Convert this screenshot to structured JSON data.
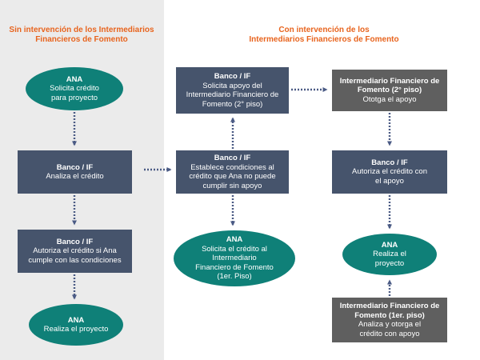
{
  "colors": {
    "heading": "#e8641e",
    "node_dark": "#46546c",
    "node_gray": "#5f5f5f",
    "node_teal": "#0f8078",
    "arrow": "#4a5a84",
    "left_panel": "#ebebeb"
  },
  "headings": {
    "left": "Sin intervención de los Intermediarios\nFinancieros de Fomento",
    "right": "Con intervención de los\nIntermediarios Financieros de Fomento"
  },
  "nodes": {
    "l1": {
      "title": "ANA",
      "body": "Solicita crédito\npara proyecto"
    },
    "l2": {
      "title": "Banco / IF",
      "body": "Analiza el crédito"
    },
    "l3": {
      "title": "Banco / IF",
      "body": "Autoriza el crédito si Ana\ncumple con las condiciones"
    },
    "l4": {
      "title": "ANA",
      "body": "Realiza el proyecto"
    },
    "m1": {
      "title": "Banco / IF",
      "body": "Solicita apoyo del\nIntermediario Financiero de\nFomento (2° piso)"
    },
    "m2": {
      "title": "Banco / IF",
      "body": "Establece condiciones al\ncrédito que Ana no puede\ncumplir sin apoyo"
    },
    "m3": {
      "title": "ANA",
      "body": "Solicita el crédito al\nIntermediario\nFinanciero de Fomento\n(1er. Piso)"
    },
    "r1": {
      "title": "Intermediario Financiero de\nFomento (2° piso)",
      "body": "Ototga el apoyo"
    },
    "r2": {
      "title": "Banco / IF",
      "body": "Autoriza el crédito con\nel apoyo"
    },
    "r3": {
      "title": "ANA",
      "body": "Realiza el\nproyecto"
    },
    "r4": {
      "title": "Intermediario Financiero de\nFomento (1er. piso)",
      "body": "Analiza y otorga el\ncrédito con apoyo"
    }
  }
}
